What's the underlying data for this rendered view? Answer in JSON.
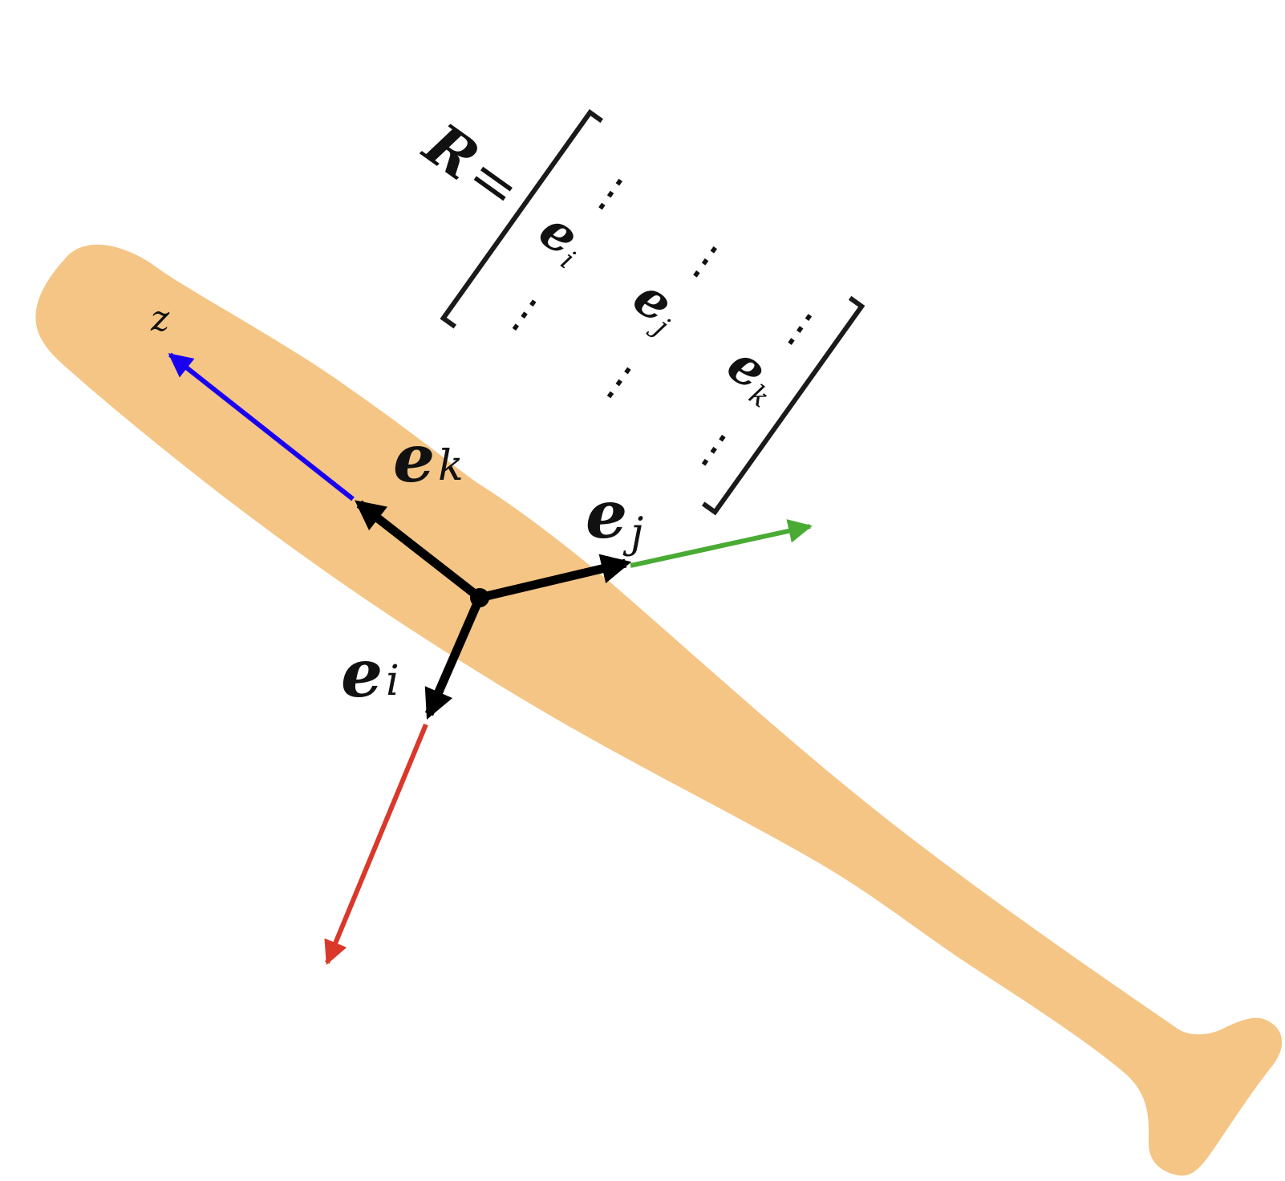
{
  "colors": {
    "bat": "#f4c585",
    "axis_z": "#1a00f0",
    "axis_j": "#4aab34",
    "axis_i": "#d9382a",
    "frame_arrows": "#000000",
    "matrix": "#1a1a1a"
  },
  "labels": {
    "z_axis": "z",
    "e_k": {
      "base": "e",
      "sub": "k"
    },
    "e_j": {
      "base": "e",
      "sub": "j"
    },
    "e_i": {
      "base": "e",
      "sub": "i"
    }
  },
  "matrix": {
    "lhs": "R",
    "equals": "=",
    "entries": [
      {
        "base": "e",
        "sub": "i"
      },
      {
        "base": "e",
        "sub": "j"
      },
      {
        "base": "e",
        "sub": "k"
      }
    ],
    "ellipsis": "⋮"
  }
}
